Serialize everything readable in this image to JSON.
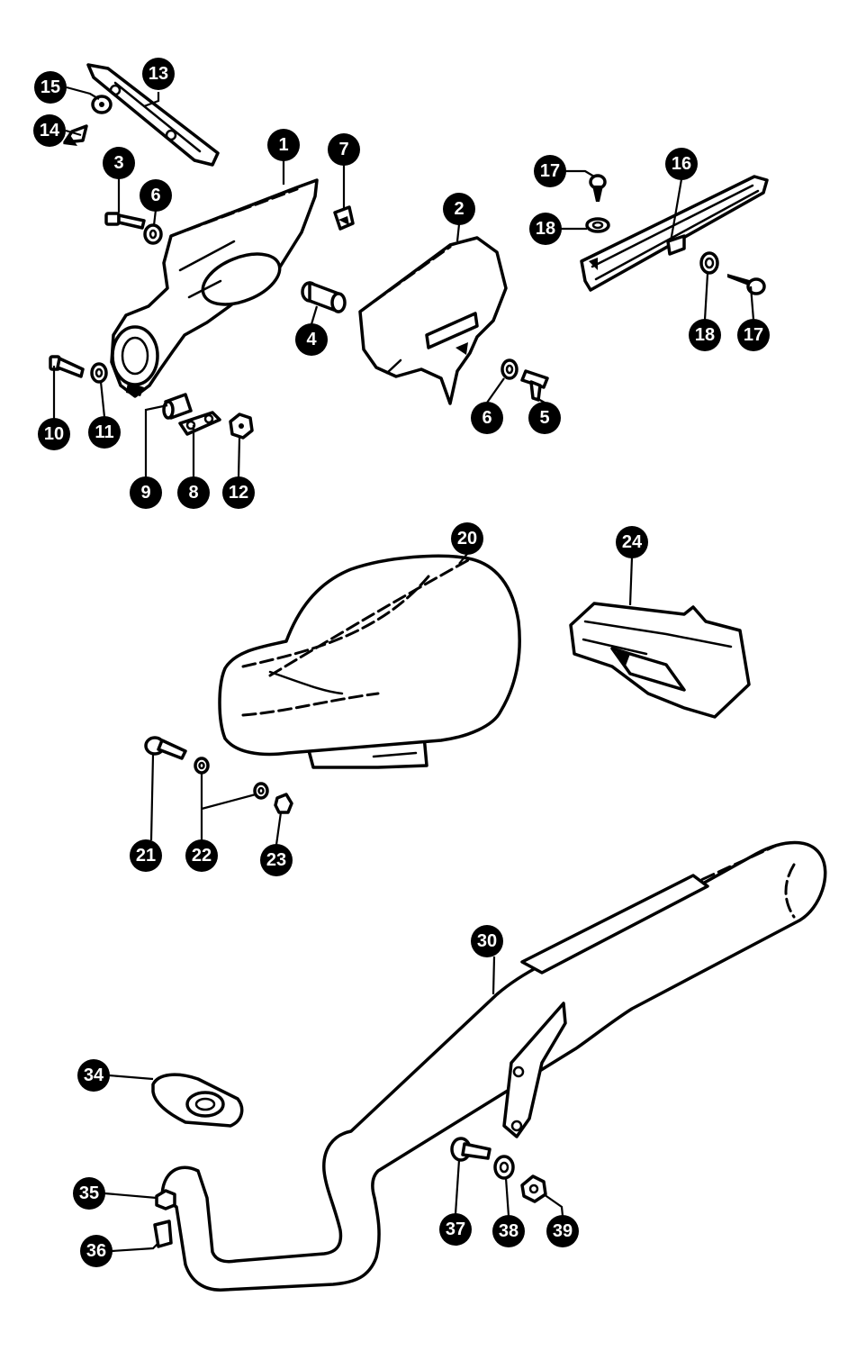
{
  "callouts": [
    {
      "id": "c15",
      "label": "15"
    },
    {
      "id": "c13",
      "label": "13"
    },
    {
      "id": "c14",
      "label": "14"
    },
    {
      "id": "c3",
      "label": "3"
    },
    {
      "id": "c6a",
      "label": "6"
    },
    {
      "id": "c1",
      "label": "1"
    },
    {
      "id": "c7",
      "label": "7"
    },
    {
      "id": "c2",
      "label": "2"
    },
    {
      "id": "c4",
      "label": "4"
    },
    {
      "id": "c10",
      "label": "10"
    },
    {
      "id": "c11",
      "label": "11"
    },
    {
      "id": "c9",
      "label": "9"
    },
    {
      "id": "c8",
      "label": "8"
    },
    {
      "id": "c12",
      "label": "12"
    },
    {
      "id": "c6b",
      "label": "6"
    },
    {
      "id": "c5",
      "label": "5"
    },
    {
      "id": "c17a",
      "label": "17"
    },
    {
      "id": "c16",
      "label": "16"
    },
    {
      "id": "c18a",
      "label": "18"
    },
    {
      "id": "c18b",
      "label": "18"
    },
    {
      "id": "c17b",
      "label": "17"
    },
    {
      "id": "c20",
      "label": "20"
    },
    {
      "id": "c24",
      "label": "24"
    },
    {
      "id": "c21",
      "label": "21"
    },
    {
      "id": "c22",
      "label": "22"
    },
    {
      "id": "c23",
      "label": "23"
    },
    {
      "id": "c30",
      "label": "30"
    },
    {
      "id": "c34",
      "label": "34"
    },
    {
      "id": "c35",
      "label": "35"
    },
    {
      "id": "c36",
      "label": "36"
    },
    {
      "id": "c37",
      "label": "37"
    },
    {
      "id": "c38",
      "label": "38"
    },
    {
      "id": "c39",
      "label": "39"
    }
  ]
}
